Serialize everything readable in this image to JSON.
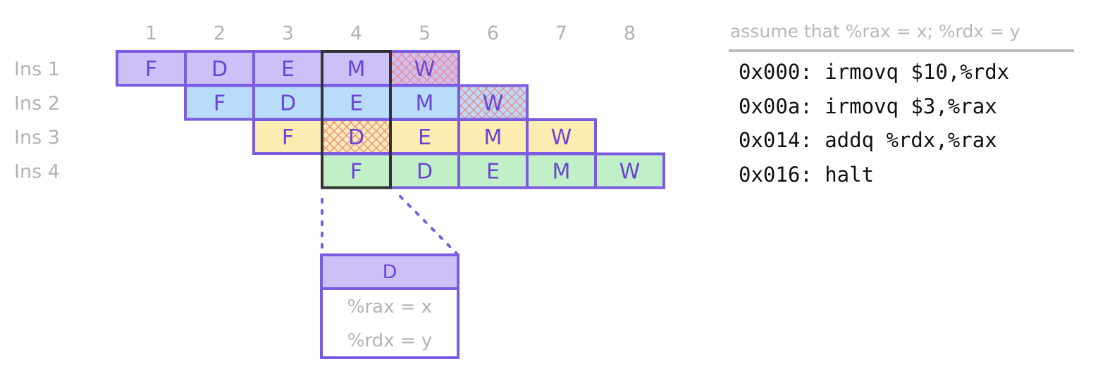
{
  "pipeline": {
    "cycles": [
      "1",
      "2",
      "3",
      "4",
      "5",
      "6",
      "7",
      "8"
    ],
    "instructions": [
      {
        "label": "Ins 1",
        "color": "#cdc0f7",
        "stages": [
          {
            "cycle": 1,
            "stage": "F",
            "hatched": false
          },
          {
            "cycle": 2,
            "stage": "D",
            "hatched": false
          },
          {
            "cycle": 3,
            "stage": "E",
            "hatched": false
          },
          {
            "cycle": 4,
            "stage": "M",
            "hatched": false
          },
          {
            "cycle": 5,
            "stage": "W",
            "hatched": true
          }
        ]
      },
      {
        "label": "Ins 2",
        "color": "#b9dcfa",
        "stages": [
          {
            "cycle": 2,
            "stage": "F",
            "hatched": false
          },
          {
            "cycle": 3,
            "stage": "D",
            "hatched": false
          },
          {
            "cycle": 4,
            "stage": "E",
            "hatched": false
          },
          {
            "cycle": 5,
            "stage": "M",
            "hatched": false
          },
          {
            "cycle": 6,
            "stage": "W",
            "hatched": true
          }
        ]
      },
      {
        "label": "Ins 3",
        "color": "#fbecb2",
        "stages": [
          {
            "cycle": 3,
            "stage": "F",
            "hatched": false
          },
          {
            "cycle": 4,
            "stage": "D",
            "hatched": true
          },
          {
            "cycle": 5,
            "stage": "E",
            "hatched": false
          },
          {
            "cycle": 6,
            "stage": "M",
            "hatched": false
          },
          {
            "cycle": 7,
            "stage": "W",
            "hatched": false
          }
        ]
      },
      {
        "label": "Ins 4",
        "color": "#c1f0c8",
        "stages": [
          {
            "cycle": 4,
            "stage": "F",
            "hatched": false
          },
          {
            "cycle": 5,
            "stage": "D",
            "hatched": false
          },
          {
            "cycle": 6,
            "stage": "E",
            "hatched": false
          },
          {
            "cycle": 7,
            "stage": "M",
            "hatched": false
          },
          {
            "cycle": 8,
            "stage": "W",
            "hatched": false
          }
        ]
      }
    ],
    "highlight_cycle": 4,
    "border_color": "#7b5ce0",
    "highlight_color": "#333333",
    "hatch_color": "#f08a8a"
  },
  "detail": {
    "header": "D",
    "header_color": "#cdc0f7",
    "lines": [
      "%rax = x",
      "%rdx = y"
    ]
  },
  "assumption": "assume that %rax = x; %rdx = y",
  "code": [
    "0x000: irmovq $10,%rdx",
    "0x00a: irmovq $3,%rax",
    "0x014: addq %rdx,%rax",
    "0x016: halt"
  ]
}
